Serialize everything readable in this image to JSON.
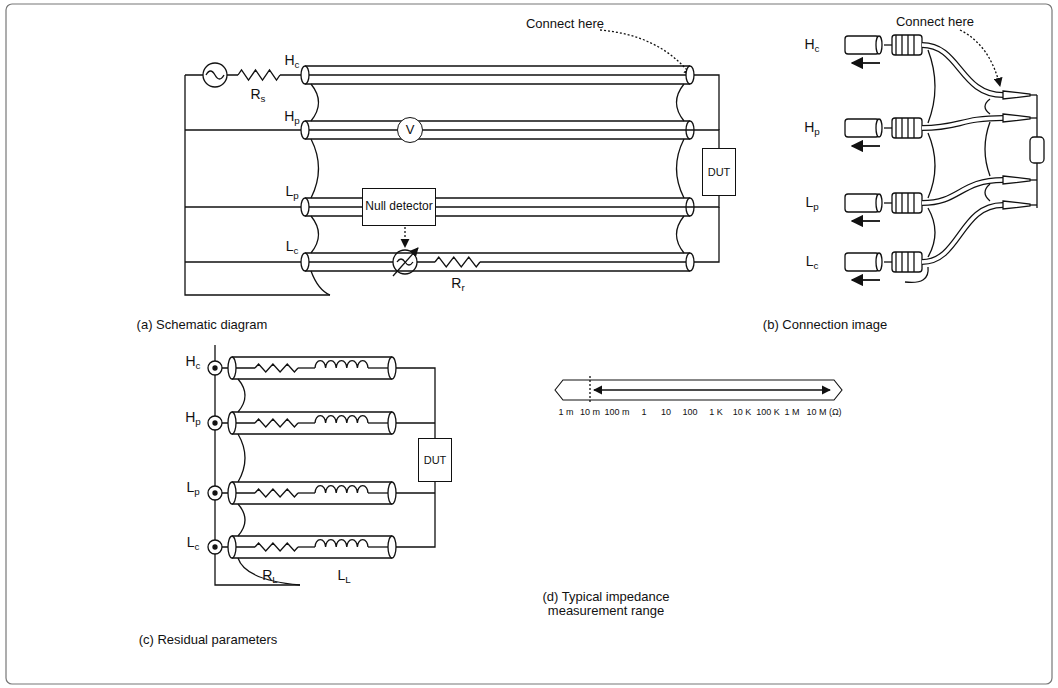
{
  "diagram": {
    "nodes": [
      {
        "text": [
          "V"
        ]
      },
      {
        "text": [
          "Null detector"
        ]
      },
      {
        "text": [
          "DUT"
        ]
      },
      {
        "text": [
          "DUT"
        ]
      }
    ],
    "edges": [
      {
        "from": 0,
        "to": 2,
        "arrow": "none"
      },
      {
        "from": 1,
        "to": 2,
        "arrow": "none"
      }
    ],
    "labels": [
      "Connect here",
      "Hc",
      "Hp",
      "Lp",
      "Lc",
      "Rs",
      "Rr",
      "(a) Schematic diagram",
      "Connect here",
      "Hc",
      "Hp",
      "Lp",
      "Lc",
      "(b) Connection image",
      "Hc",
      "Hp",
      "Lp",
      "Lc",
      "RL",
      "LL",
      "(c) Residual parameters",
      "1 m",
      "10 m",
      "100 m",
      "1",
      "10",
      "100",
      "1 K",
      "10 K",
      "100 K",
      "1 M",
      "10 M (Ω)",
      "(d) Typical impedance measurement range"
    ]
  }
}
